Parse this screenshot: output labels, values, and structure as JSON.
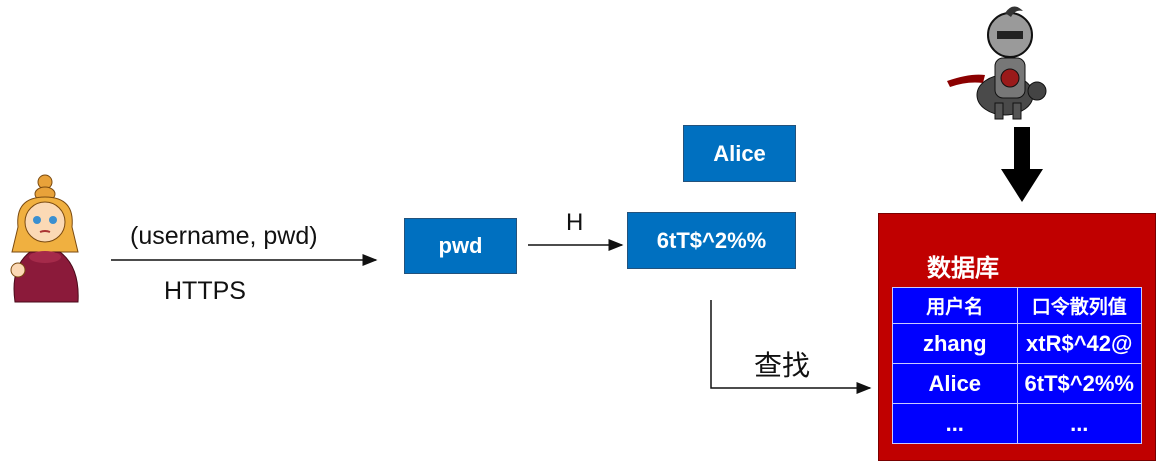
{
  "request": {
    "params": "(username, pwd)",
    "protocol": "HTTPS"
  },
  "pwd_box": "pwd",
  "hash_label": "H",
  "username_box": "Alice",
  "hash_box": "6tT$^2%%",
  "lookup_label": "查找",
  "database": {
    "title": "数据库",
    "headers": [
      "用户名",
      "口令散列值"
    ],
    "rows": [
      [
        "zhang",
        "xtR$^42@"
      ],
      [
        "Alice",
        "6tT$^2%%"
      ],
      [
        "...",
        "..."
      ]
    ]
  },
  "colors": {
    "box_blue": "#0070c0",
    "db_red": "#c00000",
    "table_blue": "#0000ff"
  },
  "icons": [
    "princess-icon",
    "knight-icon"
  ]
}
